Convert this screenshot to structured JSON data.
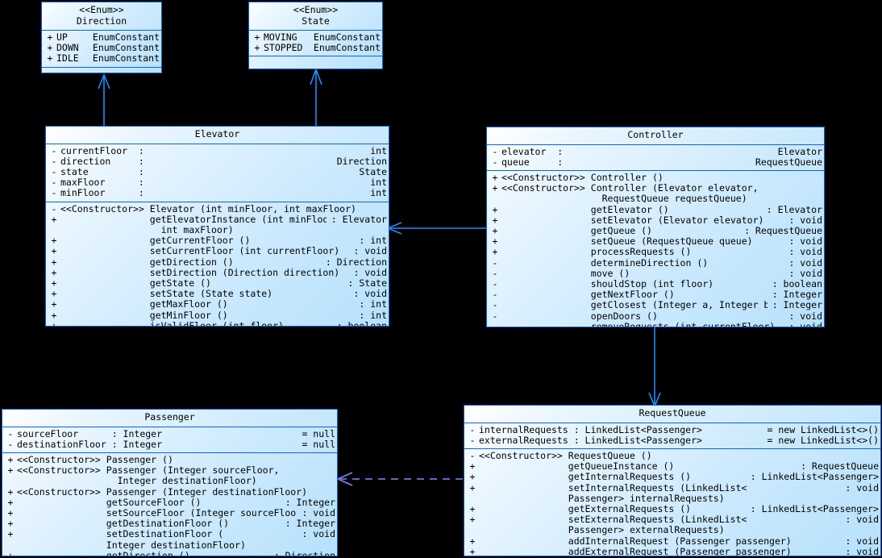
{
  "diagram": {
    "kind": "uml-class-diagram",
    "background_color": "#000000",
    "box_border_color": "#0a64d2",
    "box_fill_top": "#ffffff",
    "box_fill_bottom": "#b6e1fc",
    "solid_connector_color": "#1f8efd",
    "dashed_connector_color": "#6f76e8"
  },
  "classes": {
    "direction_enum": {
      "stereotype": "<<Enum>>",
      "name": "Direction",
      "attributes": [
        {
          "vis": "+",
          "stereo": "",
          "name": "UP     :",
          "type": "EnumConstant"
        },
        {
          "vis": "+",
          "stereo": "",
          "name": "DOWN   :",
          "type": "EnumConstant"
        },
        {
          "vis": "+",
          "stereo": "",
          "name": "IDLE   :",
          "type": "EnumConstant"
        }
      ],
      "operations": []
    },
    "state_enum": {
      "stereotype": "<<Enum>>",
      "name": "State",
      "attributes": [
        {
          "vis": "+",
          "stereo": "",
          "name": "MOVING  :",
          "type": "EnumConstant"
        },
        {
          "vis": "+",
          "stereo": "",
          "name": "STOPPED :",
          "type": "EnumConstant"
        }
      ],
      "operations": []
    },
    "elevator": {
      "stereotype": "",
      "name": "Elevator",
      "attributes": [
        {
          "vis": "-",
          "stereo": "",
          "name": "currentFloor  :",
          "type": "int"
        },
        {
          "vis": "-",
          "stereo": "",
          "name": "direction     :",
          "type": "Direction"
        },
        {
          "vis": "-",
          "stereo": "",
          "name": "state         :",
          "type": "State"
        },
        {
          "vis": "-",
          "stereo": "",
          "name": "maxFloor      :",
          "type": "int"
        },
        {
          "vis": "-",
          "stereo": "",
          "name": "minFloor      :",
          "type": "int"
        }
      ],
      "operations": [
        {
          "vis": "-",
          "stereo": "<<Constructor>>",
          "name": "Elevator (int minFloor, int maxFloor)",
          "type": ""
        },
        {
          "vis": "+",
          "stereo": "",
          "name": "getElevatorInstance (int minFloor,\n  int maxFloor)",
          "type": ": Elevator"
        },
        {
          "vis": "+",
          "stereo": "",
          "name": "getCurrentFloor ()",
          "type": ": int"
        },
        {
          "vis": "+",
          "stereo": "",
          "name": "setCurrentFloor (int currentFloor)",
          "type": ": void"
        },
        {
          "vis": "+",
          "stereo": "",
          "name": "getDirection ()",
          "type": ": Direction"
        },
        {
          "vis": "+",
          "stereo": "",
          "name": "setDirection (Direction direction)",
          "type": ": void"
        },
        {
          "vis": "+",
          "stereo": "",
          "name": "getState ()",
          "type": ": State"
        },
        {
          "vis": "+",
          "stereo": "",
          "name": "setState (State state)",
          "type": ": void"
        },
        {
          "vis": "+",
          "stereo": "",
          "name": "getMaxFloor ()",
          "type": ": int"
        },
        {
          "vis": "+",
          "stereo": "",
          "name": "getMinFloor ()",
          "type": ": int"
        },
        {
          "vis": "+",
          "stereo": "",
          "name": "isValidFloor (int floor)",
          "type": ": boolean"
        }
      ]
    },
    "controller": {
      "stereotype": "",
      "name": "Controller",
      "attributes": [
        {
          "vis": "-",
          "stereo": "",
          "name": "elevator  :",
          "type": "Elevator"
        },
        {
          "vis": "-",
          "stereo": "",
          "name": "queue     :",
          "type": "RequestQueue"
        }
      ],
      "operations": [
        {
          "vis": "+",
          "stereo": "<<Constructor>>",
          "name": "Controller ()",
          "type": ""
        },
        {
          "vis": "+",
          "stereo": "<<Constructor>>",
          "name": "Controller (Elevator elevator,\n  RequestQueue requestQueue)",
          "type": ""
        },
        {
          "vis": "+",
          "stereo": "",
          "name": "getElevator ()",
          "type": ": Elevator"
        },
        {
          "vis": "+",
          "stereo": "",
          "name": "setElevator (Elevator elevator)",
          "type": ": void"
        },
        {
          "vis": "+",
          "stereo": "",
          "name": "getQueue ()",
          "type": ": RequestQueue"
        },
        {
          "vis": "+",
          "stereo": "",
          "name": "setQueue (RequestQueue queue)",
          "type": ": void"
        },
        {
          "vis": "+",
          "stereo": "",
          "name": "processRequests ()",
          "type": ": void"
        },
        {
          "vis": "-",
          "stereo": "",
          "name": "determineDirection ()",
          "type": ": void"
        },
        {
          "vis": "-",
          "stereo": "",
          "name": "move ()",
          "type": ": void"
        },
        {
          "vis": "-",
          "stereo": "",
          "name": "shouldStop (int floor)",
          "type": ": boolean"
        },
        {
          "vis": "-",
          "stereo": "",
          "name": "getNextFloor ()",
          "type": ": Integer"
        },
        {
          "vis": "-",
          "stereo": "",
          "name": "getClosest (Integer a, Integer b)",
          "type": ": Integer"
        },
        {
          "vis": "-",
          "stereo": "",
          "name": "openDoors ()",
          "type": ": void"
        },
        {
          "vis": "-",
          "stereo": "",
          "name": "removeRequests (int currentFloor)",
          "type": ": void"
        }
      ]
    },
    "request_queue": {
      "stereotype": "",
      "name": "RequestQueue",
      "attributes": [
        {
          "vis": "-",
          "stereo": "",
          "name": "internalRequests : LinkedList<Passenger>",
          "type": "= new LinkedList<>()"
        },
        {
          "vis": "-",
          "stereo": "",
          "name": "externalRequests : LinkedList<Passenger>",
          "type": "= new LinkedList<>()"
        }
      ],
      "operations": [
        {
          "vis": "-",
          "stereo": "<<Constructor>>",
          "name": "RequestQueue ()",
          "type": ""
        },
        {
          "vis": "+",
          "stereo": "",
          "name": "getQueueInstance ()",
          "type": ": RequestQueue"
        },
        {
          "vis": "+",
          "stereo": "",
          "name": "getInternalRequests ()",
          "type": ": LinkedList<Passenger>"
        },
        {
          "vis": "+",
          "stereo": "",
          "name": "setInternalRequests (LinkedList<\nPassenger> internalRequests)",
          "type": ": void"
        },
        {
          "vis": "+",
          "stereo": "",
          "name": "getExternalRequests ()",
          "type": ": LinkedList<Passenger>"
        },
        {
          "vis": "+",
          "stereo": "",
          "name": "setExternalRequests (LinkedList<\nPassenger> externalRequests)",
          "type": ": void"
        },
        {
          "vis": "+",
          "stereo": "",
          "name": "addInternalRequest (Passenger passenger)",
          "type": ": void"
        },
        {
          "vis": "+",
          "stereo": "",
          "name": "addExternalRequest (Passenger passenger)",
          "type": ": void"
        }
      ]
    },
    "passenger": {
      "stereotype": "",
      "name": "Passenger",
      "attributes": [
        {
          "vis": "-",
          "stereo": "",
          "name": "sourceFloor      : Integer",
          "type": "= null"
        },
        {
          "vis": "-",
          "stereo": "",
          "name": "destinationFloor : Integer",
          "type": "= null"
        }
      ],
      "operations": [
        {
          "vis": "+",
          "stereo": "<<Constructor>>",
          "name": "Passenger ()",
          "type": ""
        },
        {
          "vis": "+",
          "stereo": "<<Constructor>>",
          "name": "Passenger (Integer sourceFloor,\n  Integer destinationFloor)",
          "type": ""
        },
        {
          "vis": "+",
          "stereo": "<<Constructor>>",
          "name": "Passenger (Integer destinationFloor)",
          "type": ""
        },
        {
          "vis": "+",
          "stereo": "",
          "name": "getSourceFloor ()",
          "type": ": Integer"
        },
        {
          "vis": "+",
          "stereo": "",
          "name": "setSourceFloor (Integer sourceFloor)",
          "type": ": void"
        },
        {
          "vis": "+",
          "stereo": "",
          "name": "getDestinationFloor ()",
          "type": ": Integer"
        },
        {
          "vis": "+",
          "stereo": "",
          "name": "setDestinationFloor (\nInteger destinationFloor)",
          "type": ": void"
        },
        {
          "vis": "+",
          "stereo": "",
          "name": "getDirection ()",
          "type": ": Direction"
        }
      ]
    }
  },
  "connectors": [
    {
      "id": "elevator-to-direction",
      "from": "Elevator",
      "to": "Direction",
      "style": "solid",
      "arrow": "open"
    },
    {
      "id": "elevator-to-state",
      "from": "Elevator",
      "to": "State",
      "style": "solid",
      "arrow": "open"
    },
    {
      "id": "controller-to-elevator",
      "from": "Controller",
      "to": "Elevator",
      "style": "solid",
      "arrow": "open"
    },
    {
      "id": "controller-to-requestqueue",
      "from": "Controller",
      "to": "RequestQueue",
      "style": "solid",
      "arrow": "open"
    },
    {
      "id": "requestqueue-to-passenger",
      "from": "RequestQueue",
      "to": "Passenger",
      "style": "dashed",
      "arrow": "open"
    }
  ]
}
